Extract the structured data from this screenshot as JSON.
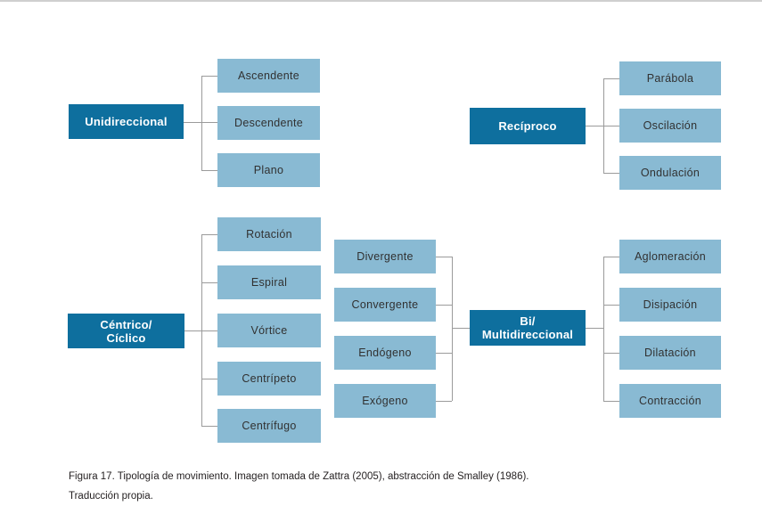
{
  "figure": {
    "caption_line1": "Figura 17. Tipología de movimiento. Imagen tomada de Zattra (2005), abstracción de Smalley (1986).",
    "caption_line2": "Traducción propia."
  },
  "colors": {
    "parent_box": "#0e6f9e",
    "child_box": "#89bad3",
    "connector": "#9b9b9b",
    "top_rule": "#cfcfcf",
    "parent_text": "#ffffff",
    "child_text": "#313131"
  },
  "diagram": {
    "clusters": [
      {
        "id": "unidireccional",
        "parent_lines": [
          "Unidireccional"
        ],
        "children": [
          "Ascendente",
          "Descendente",
          "Plano"
        ]
      },
      {
        "id": "reciproco",
        "parent_lines": [
          "Recíproco"
        ],
        "children": [
          "Parábola",
          "Oscilación",
          "Ondulación"
        ]
      },
      {
        "id": "centrico-ciclico",
        "parent_lines": [
          "Céntrico/",
          "Cíclico"
        ],
        "children": [
          "Rotación",
          "Espiral",
          "Vórtice",
          "Centrípeto",
          "Centrífugo"
        ]
      },
      {
        "id": "bi-multidireccional",
        "parent_lines": [
          "Bi/",
          "Multidireccional"
        ],
        "children_left": [
          "Divergente",
          "Convergente",
          "Endógeno",
          "Exógeno"
        ],
        "children_right": [
          "Aglomeración",
          "Disipación",
          "Dilatación",
          "Contracción"
        ]
      }
    ]
  }
}
